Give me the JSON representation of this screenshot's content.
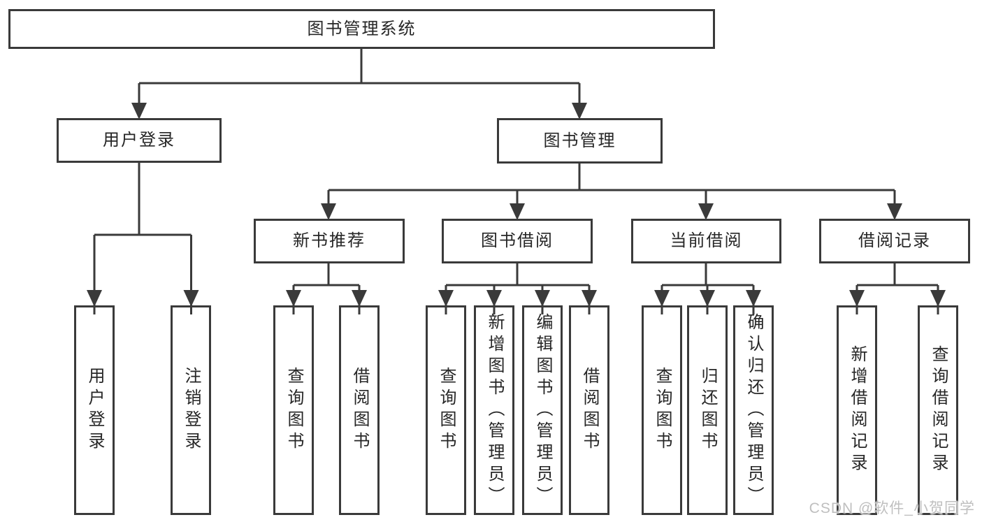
{
  "tree": {
    "label": "图书管理系统",
    "children": [
      {
        "label": "用户登录",
        "children": [
          {
            "label": "用户登录"
          },
          {
            "label": "注销登录"
          }
        ]
      },
      {
        "label": "图书管理",
        "children": [
          {
            "label": "新书推荐",
            "children": [
              {
                "label": "查询图书"
              },
              {
                "label": "借阅图书"
              }
            ]
          },
          {
            "label": "图书借阅",
            "children": [
              {
                "label": "查询图书"
              },
              {
                "label": "新增图书（管理员）"
              },
              {
                "label": "编辑图书（管理员）"
              },
              {
                "label": "借阅图书"
              }
            ]
          },
          {
            "label": "当前借阅",
            "children": [
              {
                "label": "查询图书"
              },
              {
                "label": "归还图书"
              },
              {
                "label": "确认归还（管理员）"
              }
            ]
          },
          {
            "label": "借阅记录",
            "children": [
              {
                "label": "新增借阅记录"
              },
              {
                "label": "查询借阅记录"
              }
            ]
          }
        ]
      }
    ]
  },
  "watermark": "CSDN @软件_小贺同学",
  "colors": {
    "line": "#3a3a3a",
    "text": "#262626",
    "watermark": "#bfbfbf",
    "background": "#ffffff"
  }
}
